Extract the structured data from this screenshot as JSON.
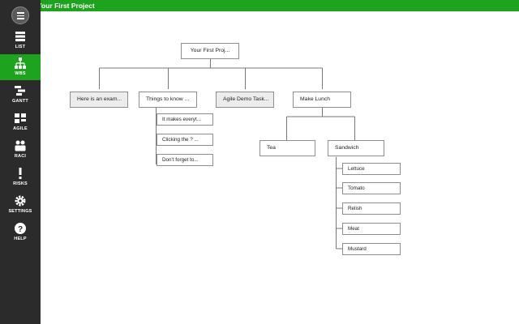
{
  "app": {
    "title": "Your First Project",
    "accent": "#1ea31e",
    "sidebar_bg": "#2b2b2b"
  },
  "sidebar": {
    "menu_icon": "hamburger-icon",
    "items": [
      {
        "label": "LIST",
        "icon": "list-icon",
        "active": false
      },
      {
        "label": "WBS",
        "icon": "hierarchy-icon",
        "active": true
      },
      {
        "label": "GANTT",
        "icon": "gantt-icon",
        "active": false
      },
      {
        "label": "AGILE",
        "icon": "kanban-icon",
        "active": false
      },
      {
        "label": "RACI",
        "icon": "people-icon",
        "active": false
      },
      {
        "label": "RISKS",
        "icon": "exclamation-icon",
        "active": false
      },
      {
        "label": "SETTINGS",
        "icon": "gear-icon",
        "active": false
      },
      {
        "label": "HELP",
        "icon": "question-icon",
        "active": false
      }
    ]
  },
  "wbs": {
    "root": "Your First Proj...",
    "level1": [
      "Here is an exam...",
      "Things to know ...",
      "Agile Demo Task...",
      "Make Lunch"
    ],
    "things_children": [
      "It makes everyt...",
      "Clicking the ? ...",
      "Don't forget to..."
    ],
    "lunch_children": [
      "Tea",
      "Sandwich"
    ],
    "sandwich_children": [
      "Lettuce",
      "Tomato",
      "Relish",
      "Meat",
      "Mustard"
    ]
  }
}
